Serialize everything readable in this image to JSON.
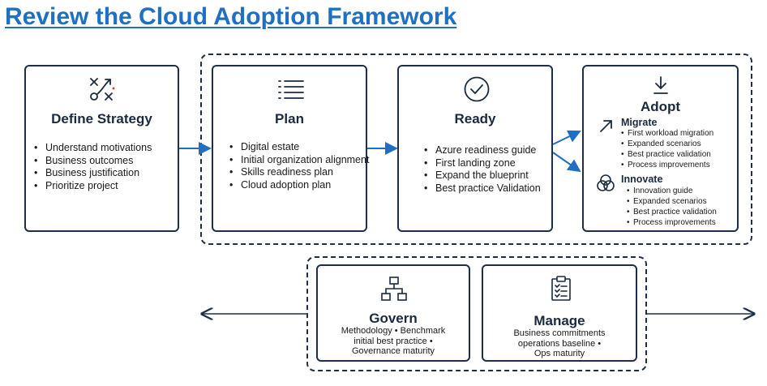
{
  "title": "Review the Cloud Adoption Framework",
  "colors": {
    "title": "#1f6fc2",
    "border": "#1f2f4a",
    "arrow": "#1f6fc2"
  },
  "define_strategy": {
    "title": "Define Strategy",
    "icon": "strategy-icon",
    "items": [
      "Understand motivations",
      "Business outcomes",
      "Business justification",
      "Prioritize project"
    ]
  },
  "plan": {
    "title": "Plan",
    "icon": "list-icon",
    "items": [
      "Digital estate",
      "Initial organization alignment",
      "Skills readiness plan",
      "Cloud adoption plan"
    ]
  },
  "ready": {
    "title": "Ready",
    "icon": "checkmark-icon",
    "items": [
      "Azure readiness guide",
      "First landing zone",
      "Expand the blueprint",
      "Best practice Validation"
    ]
  },
  "adopt": {
    "title": "Adopt",
    "icon": "download-arrow-icon",
    "migrate": {
      "title": "Migrate",
      "icon": "migrate-arrow-icon",
      "items": [
        "First workload migration",
        "Expanded scenarios",
        "Best practice validation",
        "Process improvements"
      ]
    },
    "innovate": {
      "title": "Innovate",
      "icon": "innovate-circles-icon",
      "items": [
        "Innovation guide",
        "Expanded scenarios",
        "Best practice validation",
        "Process improvements"
      ]
    }
  },
  "govern": {
    "title": "Govern",
    "icon": "hierarchy-icon",
    "lines": [
      "Methodology • Benchmark",
      "initial best practice •",
      "Governance maturity"
    ]
  },
  "manage": {
    "title": "Manage",
    "icon": "clipboard-icon",
    "lines": [
      "Business commitments",
      "operations baseline •",
      "Ops maturity"
    ]
  }
}
